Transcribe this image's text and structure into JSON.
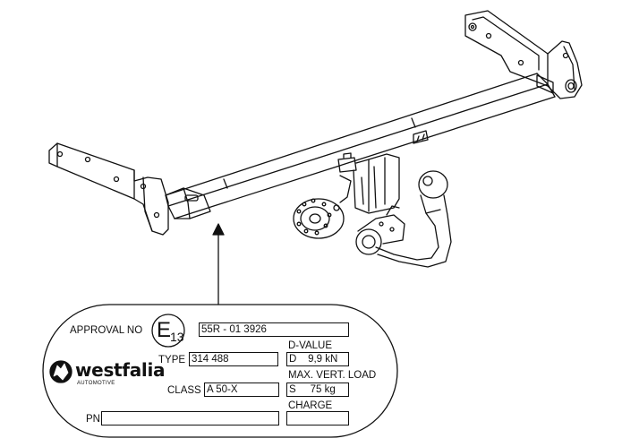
{
  "plate": {
    "approval_label": "APPROVAL NO",
    "emark_letter": "E",
    "emark_number": "13",
    "approval_value": "55R - 01 3926",
    "dvalue_label": "D-VALUE",
    "dvalue_value": "D    9,9 kN",
    "type_label": "TYPE",
    "type_value": "314 488",
    "maxload_label": "MAX. VERT. LOAD",
    "maxload_value": "S     75 kg",
    "class_label": "CLASS",
    "class_value": "A 50-X",
    "charge_label": "CHARGE",
    "charge_value": "",
    "pn_label": "PN",
    "pn_value": ""
  },
  "brand": {
    "name": "westfalia",
    "subtitle": "AUTOMOTIVE"
  },
  "colors": {
    "line": "#111111",
    "background": "#ffffff"
  }
}
